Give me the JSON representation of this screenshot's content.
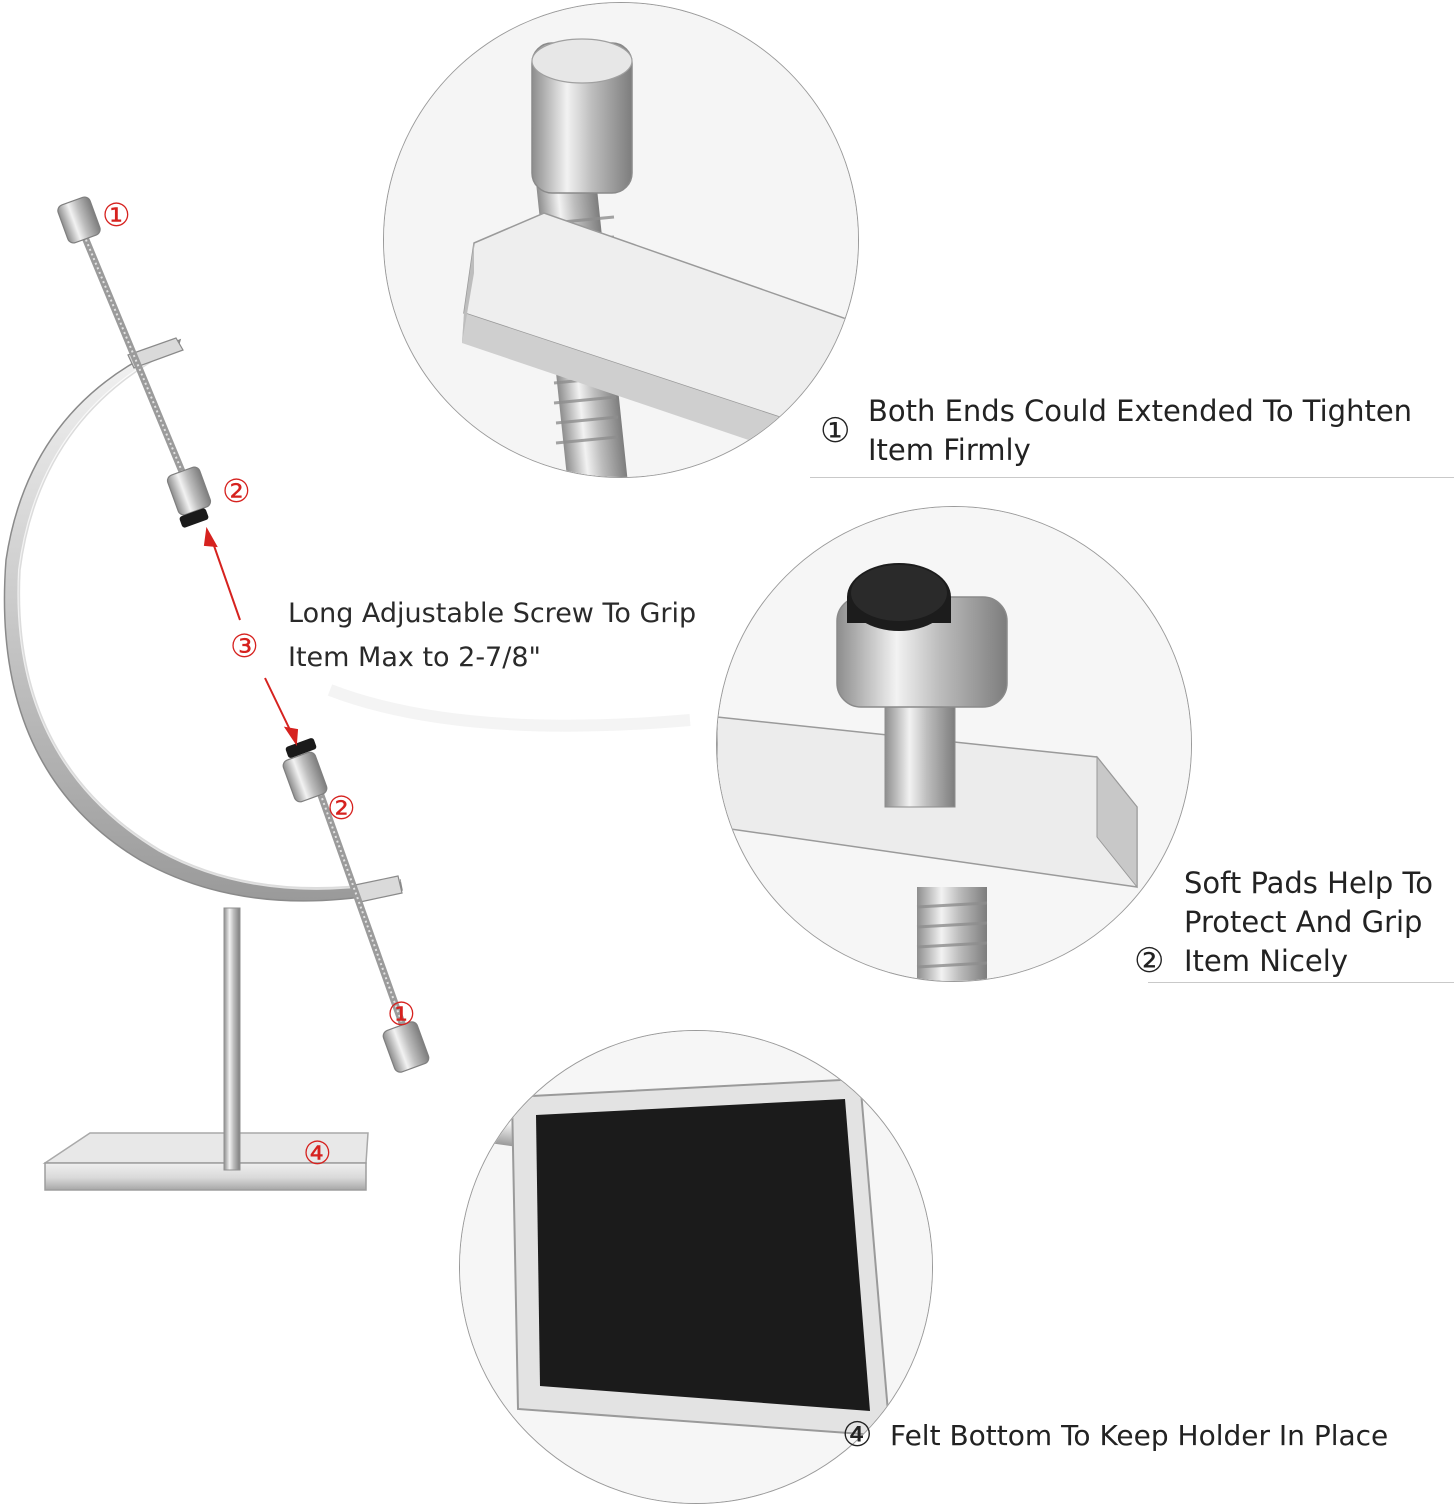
{
  "callouts": {
    "top_end": "①",
    "upper_pad": "②",
    "middle": "③",
    "lower_pad": "②",
    "bottom_end": "①",
    "base": "④"
  },
  "middle_note": {
    "line1": "Long Adjustable Screw To Grip",
    "line2": "Item Max to 2-7/8\""
  },
  "feature1": {
    "num": "①",
    "line1": "Both Ends Could Extended To Tighten",
    "line2": "Item Firmly"
  },
  "feature2": {
    "num": "②",
    "line1": "Soft Pads Help To",
    "line2": "Protect And Grip",
    "line3": "Item Nicely"
  },
  "feature4": {
    "num": "④",
    "text": "Felt Bottom To Keep Holder In Place"
  },
  "colors": {
    "callout_red": "#d6221f",
    "text_dark": "#222222",
    "metal": "#cfcfcf",
    "felt": "#1a1a1a"
  }
}
